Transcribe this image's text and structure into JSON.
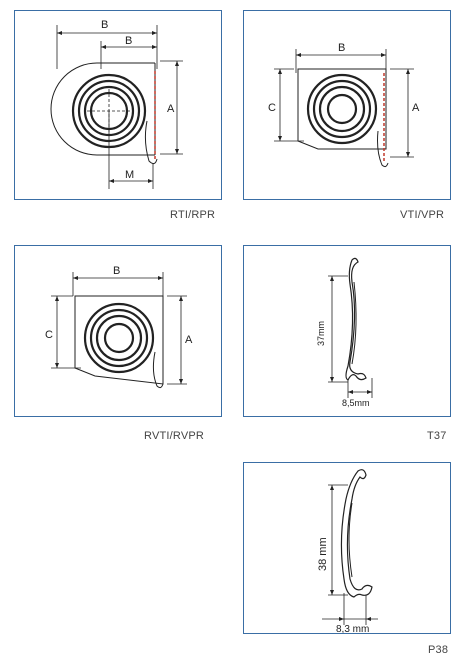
{
  "panels": {
    "rti": {
      "caption": "RTI/RPR",
      "labels": {
        "b_outer": "B",
        "b_inner": "B",
        "a": "A",
        "m": "M"
      }
    },
    "vti": {
      "caption": "VTI/VPR",
      "labels": {
        "b": "B",
        "c": "C",
        "a": "A"
      }
    },
    "rvti": {
      "caption": "RVTI/RVPR",
      "labels": {
        "b": "B",
        "c": "C",
        "a": "A"
      }
    },
    "t37": {
      "caption": "T37",
      "labels": {
        "height": "37mm",
        "width": "8,5mm"
      }
    },
    "p38": {
      "caption": "P38",
      "labels": {
        "height": "38 mm",
        "width": "8,3 mm"
      }
    }
  },
  "colors": {
    "border": "#3a6ea5",
    "dimension": "#222222",
    "accent": "#c0392b"
  }
}
